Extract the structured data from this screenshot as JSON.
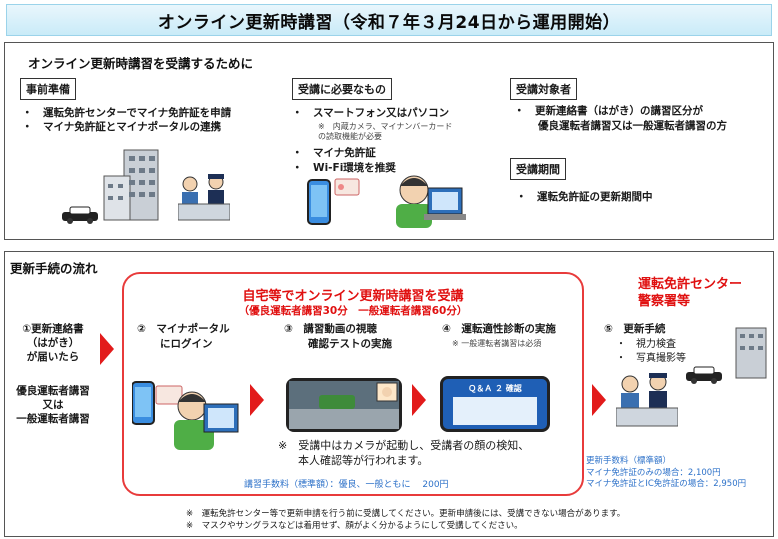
{
  "title": "オンライン更新時講習（令和７年３月24日から運用開始）",
  "top_section": {
    "heading": "オンライン更新時講習を受講するために",
    "prep": {
      "label": "事前準備",
      "items": [
        "運転免許センターでマイナ免許証を申請",
        "マイナ免許証とマイナポータルの連携"
      ]
    },
    "needs": {
      "label": "受講に必要なもの",
      "item1": "スマートフォン又はパソコン",
      "note": "※　内蔵カメラ、マイナンバーカード",
      "note2": "の読取機能が必要",
      "item2": "マイナ免許証",
      "item3": "Wi-Fi環境を推奨"
    },
    "target": {
      "label": "受講対象者",
      "line1": "更新連絡書（はがき）の講習区分が",
      "line2": "優良運転者講習又は一般運転者講習の方"
    },
    "period": {
      "label": "受講期間",
      "item": "運転免許証の更新期間中"
    }
  },
  "flow": {
    "heading": "更新手続の流れ",
    "left_step": {
      "line1": "①更新連絡書",
      "line2": "（はがき）",
      "line3": "が届いたら"
    },
    "left_note": {
      "line1": "優良運転者講習",
      "line2": "又は",
      "line3": "一般運転者講習"
    },
    "home_title": "自宅等でオンライン更新時講習を受講",
    "home_sub": "（優良運転者講習30分　一般運転者講習60分）",
    "step2": {
      "num": "②",
      "line1": "マイナポータル",
      "line2": "にログイン"
    },
    "step3": {
      "num": "③",
      "line1": "講習動画の視聴",
      "line2": "確認テストの実施"
    },
    "step4": {
      "num": "④",
      "line1": "運転適性診断の実施",
      "note": "※ 一般運転者講習は必須"
    },
    "camera_note1": "※　受講中はカメラが起動し、受講者の顔の検知、",
    "camera_note2": "本人確認等が行われます。",
    "fee": "講習手数料（標準額）：優良、一般ともに　 200円",
    "center": {
      "line1": "運転免許センター",
      "line2": "警察署等"
    },
    "step5": {
      "num": "⑤",
      "label": "更新手続",
      "sub1": "視力検査",
      "sub2": "写真撮影等"
    },
    "renewal_fee": {
      "line1": "更新手数料（標準額）",
      "line2": "マイナ免許証のみの場合：2,100円",
      "line3": "マイナ免許証とIC免許証の場合：2,950円"
    },
    "phone_screen_text": "Ｑ＆Ａ ２ 確認",
    "footnotes": [
      "※　運転免許センター等で更新申請を行う前に受講してください。更新申請後には、受講できない場合があります。",
      "※　マスクやサングラスなどは着用せず、顔がよく分かるようにして受講してください。"
    ]
  },
  "colors": {
    "accent_red": "#e01010",
    "accent_blue": "#2e72c9",
    "title_bg": "#c9ebf8"
  }
}
